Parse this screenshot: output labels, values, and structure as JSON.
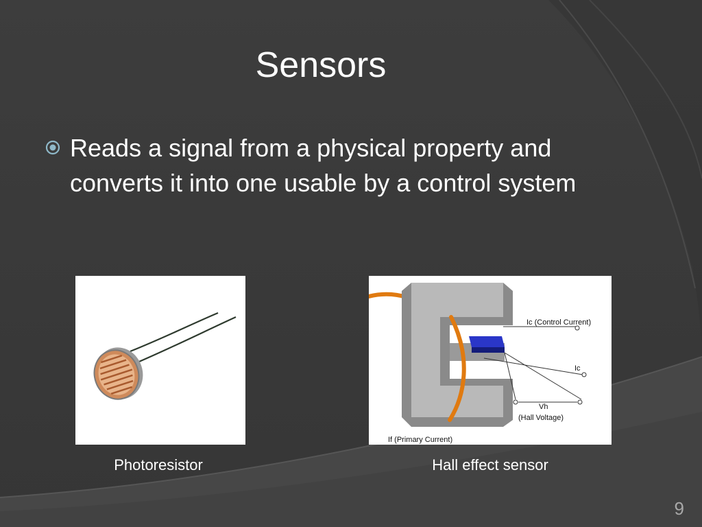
{
  "slide": {
    "title": "Sensors",
    "bullet": "Reads a signal from a physical property and converts it into one usable by a control system",
    "page_number": "9",
    "colors": {
      "background": "#3b3b3b",
      "text": "#ffffff",
      "accent_bullet": "#8fb9c9",
      "page_number": "#a8a8a8"
    }
  },
  "images": {
    "photoresistor": {
      "caption": "Photoresistor"
    },
    "hall_effect": {
      "caption": "Hall effect sensor",
      "labels": {
        "control_current": "Ic (Control Current)",
        "ic": "Ic",
        "vh": "Vh",
        "hall_voltage": "(Hall Voltage)",
        "primary_current": "If (Primary Current)"
      }
    }
  }
}
